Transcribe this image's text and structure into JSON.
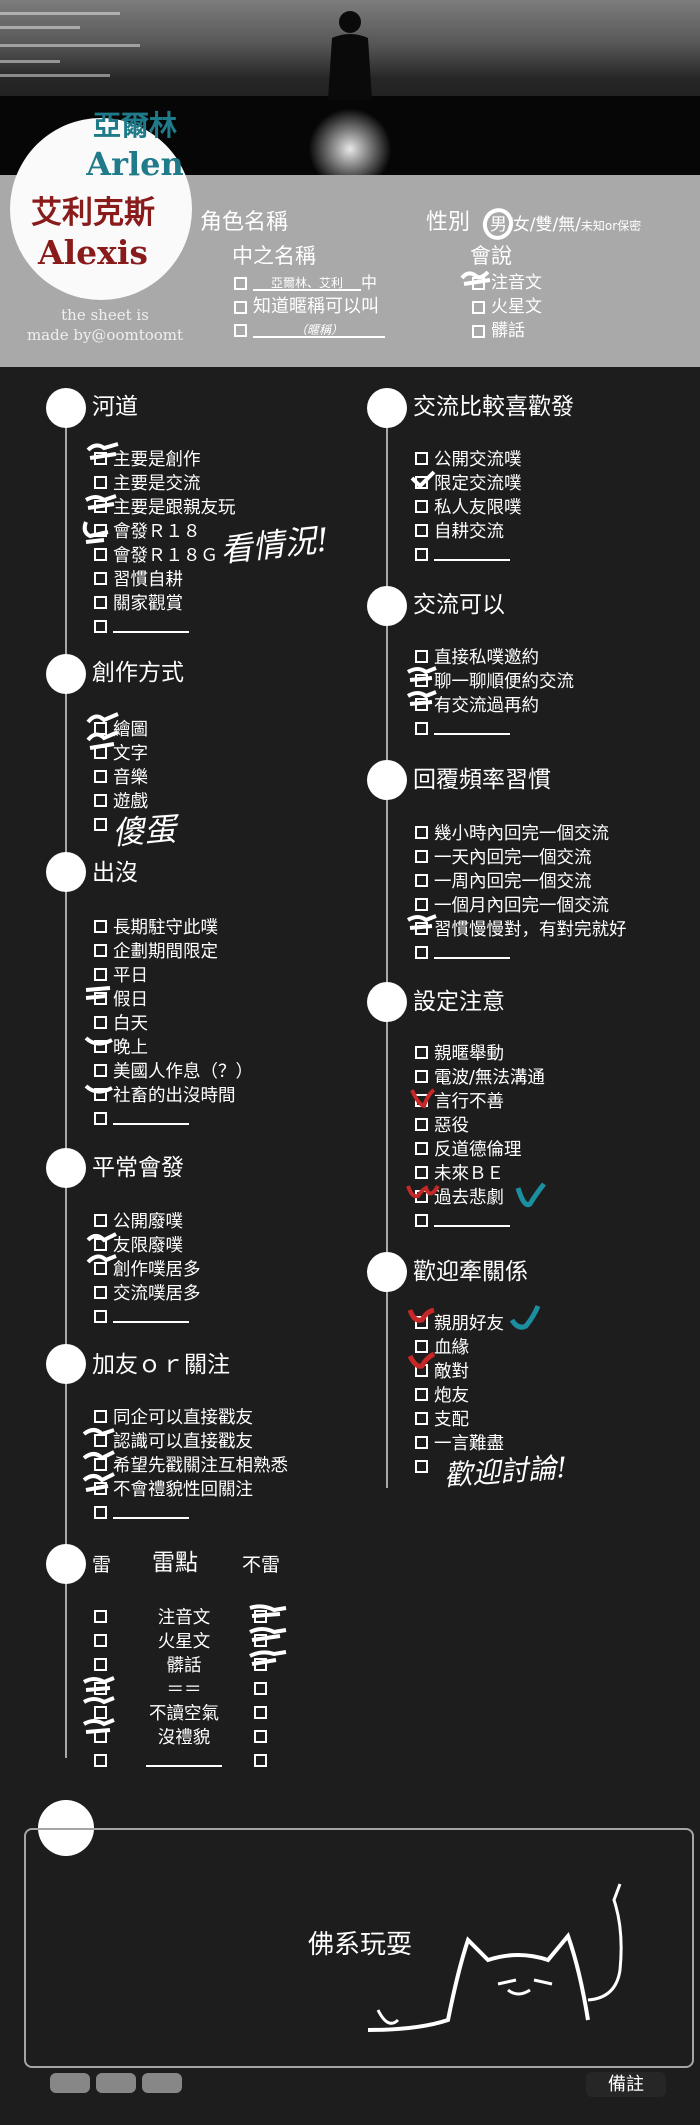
{
  "header": {
    "name_en_top": "亞爾林",
    "name_en_sub": "Arlen",
    "name_red_top": "艾利克斯",
    "name_red_sub": "Alexis",
    "made_by_1": "the sheet is",
    "made_by_2": "made by@oomtoomt",
    "role_label": "角色名稱",
    "gender_label": "性別",
    "gender_options": "男/女/雙/無/",
    "gender_unknown": "未知or保密",
    "cn_name_label": "中之名稱",
    "cn_name_value": "亞爾林、艾利",
    "cn_name_suffix": "中",
    "know_nickname": "知道暱稱可以叫",
    "nickname_hint": "（暱稱）",
    "speak_label": "會說",
    "speak_options": [
      "注音文",
      "火星文",
      "髒話"
    ]
  },
  "left_sections": [
    {
      "title": "河道",
      "items": [
        "主要是創作",
        "主要是交流",
        "主要是跟親友玩",
        "會發Ｒ１８",
        "會發Ｒ１８Ｇ",
        "習慣自耕",
        "關家觀賞",
        ""
      ]
    },
    {
      "title": "創作方式",
      "items": [
        "繪圖",
        "文字",
        "音樂",
        "遊戲",
        ""
      ]
    },
    {
      "title": "出沒",
      "items": [
        "長期駐守此噗",
        "企劃期間限定",
        "平日",
        "假日",
        "白天",
        "晚上",
        "美國人作息（？）",
        "社畜的出沒時間",
        ""
      ]
    },
    {
      "title": "平常會發",
      "items": [
        "公開廢噗",
        "友限廢噗",
        "創作噗居多",
        "交流噗居多",
        ""
      ]
    },
    {
      "title": "加友ｏｒ關注",
      "items": [
        "同企可以直接戳友",
        "認識可以直接戳友",
        "希望先戳關注互相熟悉",
        "不會禮貌性回關注",
        ""
      ]
    }
  ],
  "right_sections": [
    {
      "title": "交流比較喜歡發",
      "items": [
        "公開交流噗",
        "限定交流噗",
        "私人友限噗",
        "自耕交流",
        ""
      ]
    },
    {
      "title": "交流可以",
      "items": [
        "直接私噗邀約",
        "聊一聊順便約交流",
        "有交流過再約",
        ""
      ]
    },
    {
      "title": "回覆頻率習慣",
      "items": [
        "幾小時內回完一個交流",
        "一天內回完一個交流",
        "一周內回完一個交流",
        "一個月內回完一個交流",
        "習慣慢慢對，有對完就好",
        ""
      ]
    },
    {
      "title": "設定注意",
      "items": [
        "親暱舉動",
        "電波/無法溝通",
        "言行不善",
        "惡役",
        "反道德倫理",
        "未來ＢＥ",
        "過去悲劇",
        ""
      ]
    },
    {
      "title": "歡迎牽關係",
      "items": [
        "親朋好友",
        "血緣",
        "敵對",
        "炮友",
        "支配",
        "一言難盡",
        ""
      ]
    }
  ],
  "handwritten": {
    "r18_note": "看情況!",
    "creation_other": "傻蛋",
    "relation_other": "歡迎討論!"
  },
  "mines": {
    "col_mine": "雷",
    "title": "雷點",
    "col_not": "不雷",
    "rows": [
      "注音文",
      "火星文",
      "髒話",
      "＝＝",
      "不讀空氣",
      "沒禮貌",
      ""
    ]
  },
  "note": {
    "text": "佛系玩耍",
    "remark_label": "備註"
  },
  "colors": {
    "background": "#1d1d1d",
    "info_bar": "#a9a9a9",
    "name_teal": "#1f7a8a",
    "name_red": "#8a1b1b",
    "mark_red": "#c62828",
    "mark_teal": "#1b8fa0"
  }
}
